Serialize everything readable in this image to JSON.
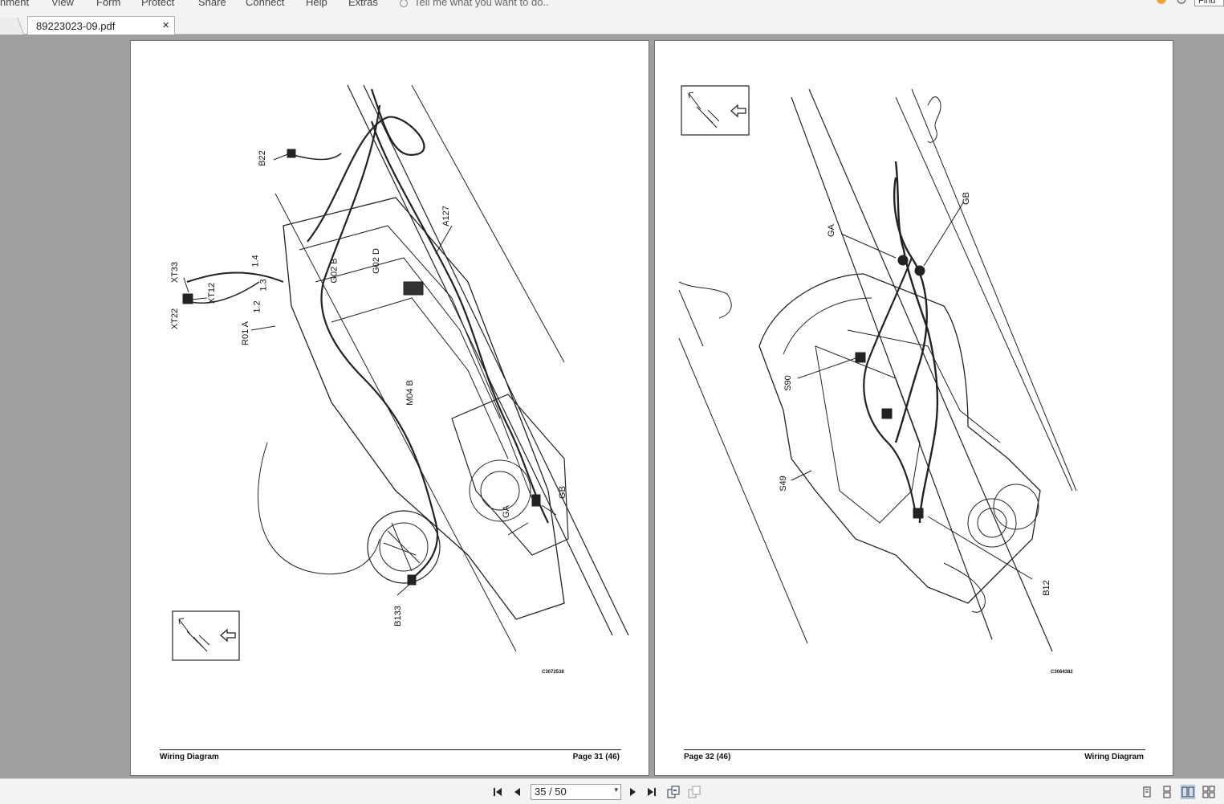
{
  "menu": {
    "items": [
      "nment",
      "View",
      "Form",
      "Protect",
      "Share",
      "Connect",
      "Help",
      "Extras"
    ],
    "tell_me": "Tell me what you want to do..",
    "find": "Find"
  },
  "tab": {
    "title": "89223023-09.pdf",
    "close": "×"
  },
  "pages": {
    "left": {
      "footer_left": "Wiring Diagram",
      "footer_right": "Page 31 (46)",
      "figure_code": "C3072538",
      "labels": [
        "B22",
        "A127",
        "XT33",
        "1.4",
        "XT12",
        "1.3",
        "1.2",
        "XT22",
        "R01 A",
        "G02 B",
        "G02 D",
        "M04 B",
        "GB",
        "GA",
        "B133"
      ]
    },
    "right": {
      "footer_left": "Page 32 (46)",
      "footer_right": "Wiring Diagram",
      "figure_code": "C3064382",
      "labels": [
        "GA",
        "GB",
        "S90",
        "S49",
        "B12"
      ]
    }
  },
  "navigation": {
    "page_display": "35 / 50",
    "current_page": 35,
    "total_pages": 50
  },
  "icons": {
    "first": "skip-first-icon",
    "prev": "prev-page-icon",
    "next": "next-page-icon",
    "last": "skip-last-icon",
    "history_back": "history-back-icon",
    "history_fwd": "history-forward-icon",
    "single": "single-page-view-icon",
    "continuous": "continuous-view-icon",
    "facing": "facing-view-icon",
    "cont_facing": "continuous-facing-view-icon"
  },
  "colors": {
    "workspace": "#9f9f9f",
    "chrome": "#f3f3f3",
    "page": "#ffffff",
    "ink": "#111111"
  }
}
